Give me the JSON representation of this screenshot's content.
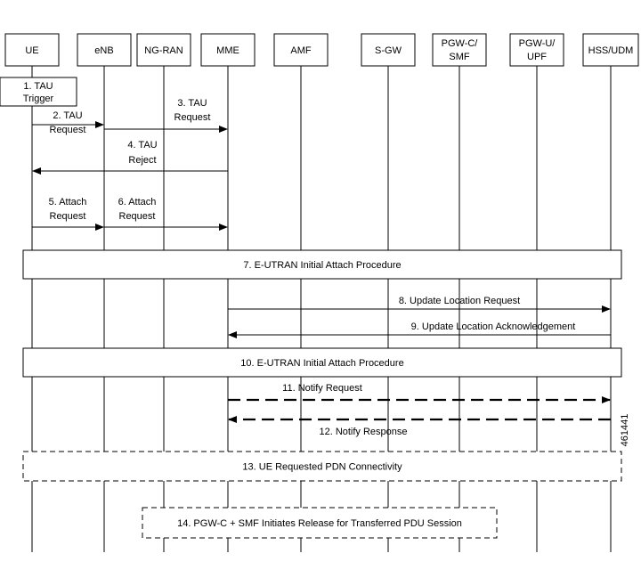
{
  "entities": [
    {
      "id": "ue",
      "label": [
        "UE"
      ]
    },
    {
      "id": "enb",
      "label": [
        "eNB"
      ]
    },
    {
      "id": "ngran",
      "label": [
        "NG-RAN"
      ]
    },
    {
      "id": "mme",
      "label": [
        "MME"
      ]
    },
    {
      "id": "amf",
      "label": [
        "AMF"
      ]
    },
    {
      "id": "sgw",
      "label": [
        "S-GW"
      ]
    },
    {
      "id": "pgwc",
      "label": [
        "PGW-C/",
        "SMF"
      ]
    },
    {
      "id": "pgwu",
      "label": [
        "PGW-U/",
        "UPF"
      ]
    },
    {
      "id": "hss",
      "label": [
        "HSS/UDM"
      ]
    }
  ],
  "tau_trigger_box": [
    "1. TAU",
    "Trigger"
  ],
  "messages": [
    {
      "id": "m2",
      "label": [
        "2. TAU",
        "Request"
      ],
      "from": "ue",
      "to": "enb",
      "style": "solid"
    },
    {
      "id": "m3",
      "label": [
        "3. TAU",
        "Request"
      ],
      "from": "enb",
      "to": "mme",
      "style": "solid"
    },
    {
      "id": "m4",
      "label": [
        "4. TAU",
        "Reject"
      ],
      "from": "mme",
      "to": "ue",
      "style": "solid"
    },
    {
      "id": "m5",
      "label": [
        "5. Attach",
        "Request"
      ],
      "from": "ue",
      "to": "enb",
      "style": "solid"
    },
    {
      "id": "m6",
      "label": [
        "6. Attach",
        "Request"
      ],
      "from": "enb",
      "to": "mme",
      "style": "solid"
    },
    {
      "id": "m8",
      "label": [
        "8. Update Location Request"
      ],
      "from": "mme",
      "to": "hss",
      "style": "solid"
    },
    {
      "id": "m9",
      "label": [
        "9. Update Location Acknowledgement"
      ],
      "from": "hss",
      "to": "mme",
      "style": "solid"
    },
    {
      "id": "m11",
      "label": [
        "11. Notify Request"
      ],
      "from": "mme",
      "to": "hss",
      "style": "dashed"
    },
    {
      "id": "m12",
      "label": [
        "12. Notify Response"
      ],
      "from": "hss",
      "to": "mme",
      "style": "dashed"
    }
  ],
  "procedures": [
    {
      "id": "p7",
      "label": "7. E-UTRAN Initial Attach Procedure",
      "style": "solid"
    },
    {
      "id": "p10",
      "label": "10. E-UTRAN Initial Attach Procedure",
      "style": "solid"
    },
    {
      "id": "p13",
      "label": "13. UE Requested PDN Connectivity",
      "style": "dashed"
    },
    {
      "id": "p14",
      "label": "14. PGW-C + SMF Initiates Release for Transferred PDU Session",
      "style": "dashed"
    }
  ],
  "figure_id": "461441",
  "colors": {
    "line": "#000000",
    "background": "#ffffff"
  }
}
